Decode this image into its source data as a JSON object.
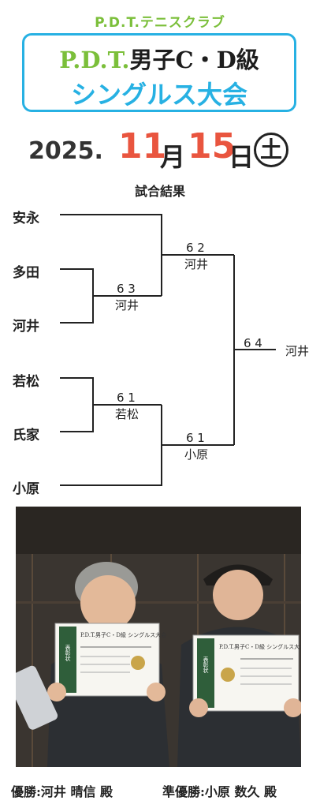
{
  "club_name": "P.D.T.テニスクラブ",
  "title": {
    "prefix": "P.D.T.",
    "line1_rest": "男子C・D級",
    "line2": "シングルス大会"
  },
  "date": {
    "year": "2025.",
    "month": "11",
    "month_unit": "月",
    "day": "15",
    "day_unit": "日",
    "weekday": "土"
  },
  "results_heading": "試合結果",
  "bracket": {
    "players": [
      "安永",
      "多田",
      "河井",
      "若松",
      "氏家",
      "小原"
    ],
    "matches": [
      {
        "score": "6 3",
        "winner": "河井"
      },
      {
        "score": "6 1",
        "winner": "若松"
      },
      {
        "score": "6 2",
        "winner": "河井"
      },
      {
        "score": "6 1",
        "winner": "小原"
      },
      {
        "score": "6 4",
        "winner": "河井"
      }
    ]
  },
  "photo": {
    "certificate_left": {
      "heading": "表彰状",
      "title": "P.D.T.男子C・D級 シングルス大会"
    },
    "certificate_right": {
      "heading": "表彰状",
      "title": "P.D.T.男子C・D級 シングルス大会"
    },
    "colors": {
      "wall": "#3a3530",
      "jacket": "#2c2f33",
      "paper": "#f7f6f1",
      "band": "#2f5e3a",
      "gold": "#c9a54a"
    }
  },
  "caption": {
    "champion": "優勝:河井 晴信 殿",
    "runner_up": "準優勝:小原 数久 殿"
  }
}
